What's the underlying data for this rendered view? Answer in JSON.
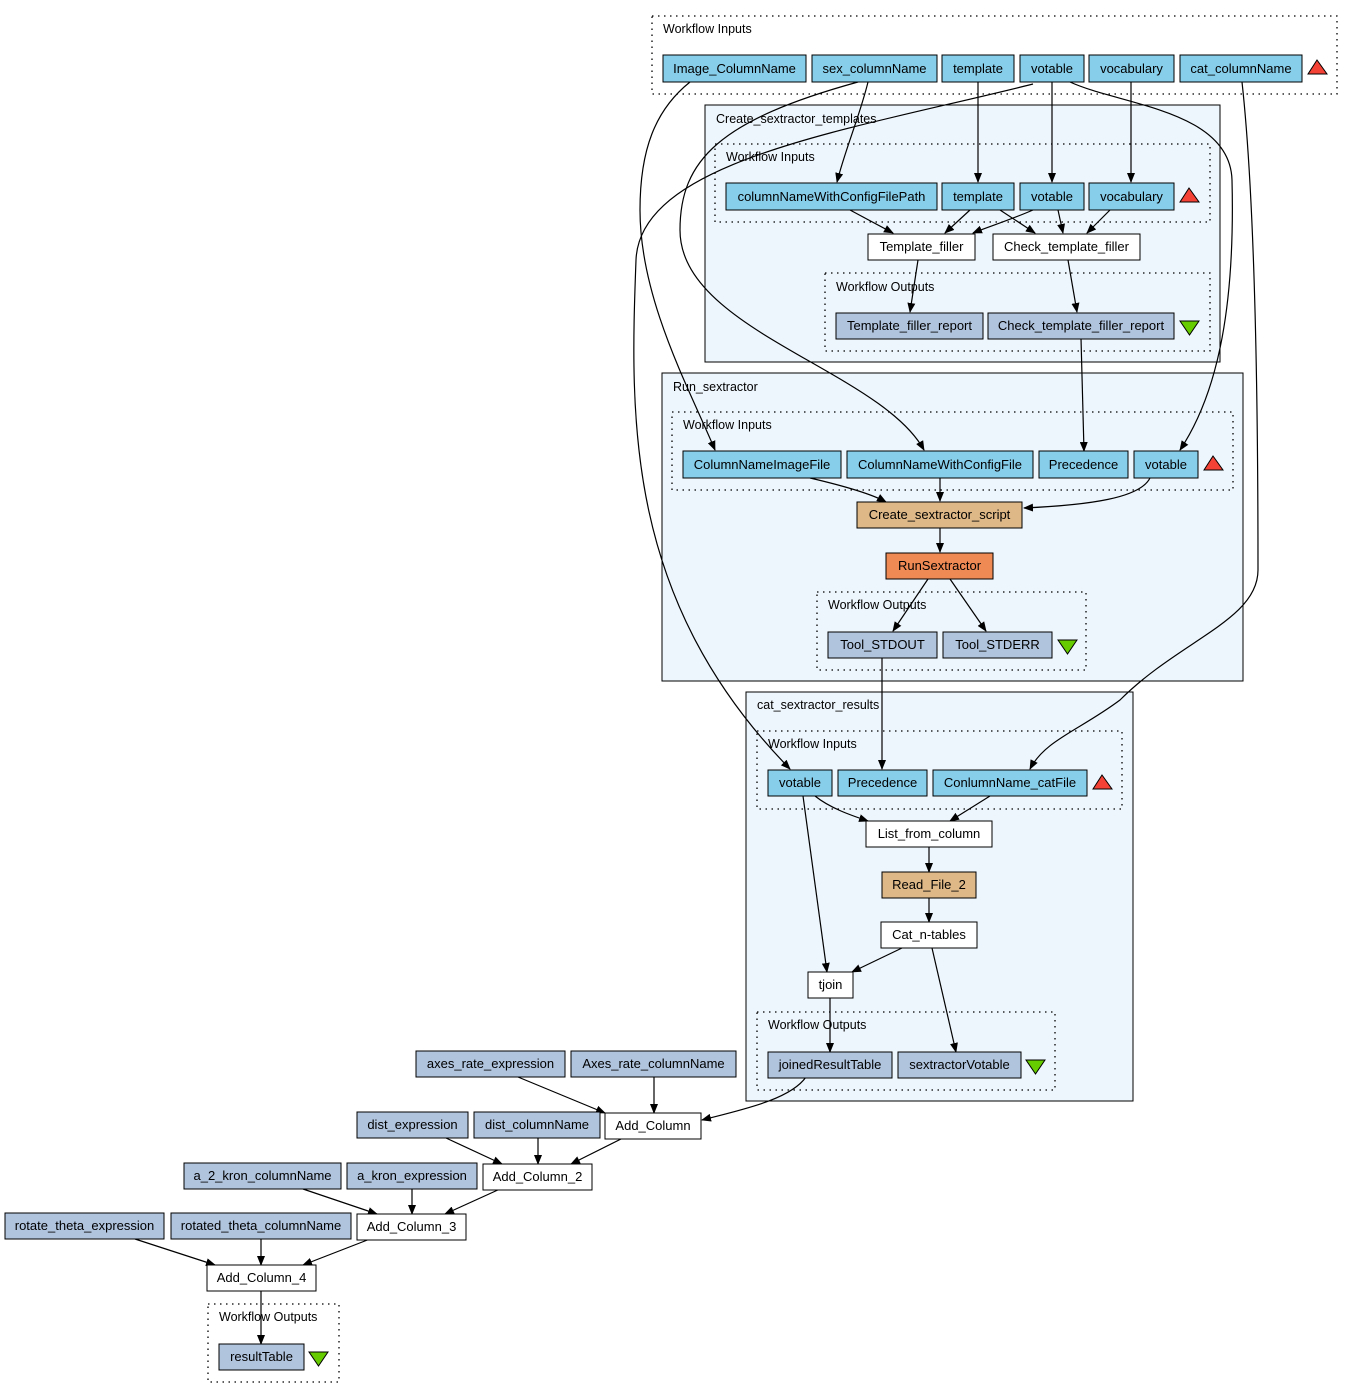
{
  "colors": {
    "input": "#87ceeb",
    "output": "#b0c4de",
    "processor": "#ffffff",
    "beanshell": "#deb887",
    "tool": "#ef8a55",
    "constant": "#b0c4de",
    "subworkflow_fill": "#eef6fd",
    "input_marker": "#f44336",
    "output_marker": "#66cc00"
  },
  "labels": {
    "workflow_inputs": "Workflow Inputs",
    "workflow_outputs": "Workflow Outputs"
  },
  "top_inputs": [
    "Image_ColumnName",
    "sex_columnName",
    "template",
    "votable",
    "vocabulary",
    "cat_columnName"
  ],
  "create_templates": {
    "title": "Create_sextractor_templates",
    "inputs": [
      "columnNameWithConfigFilePath",
      "template",
      "votable",
      "vocabulary"
    ],
    "processors": [
      "Template_filler",
      "Check_template_filler"
    ],
    "outputs": [
      "Template_filler_report",
      "Check_template_filler_report"
    ]
  },
  "run_sextractor": {
    "title": "Run_sextractor",
    "inputs": [
      "ColumnNameImageFile",
      "ColumnNameWithConfigFile",
      "Precedence",
      "votable"
    ],
    "script": "Create_sextractor_script",
    "tool": "RunSextractor",
    "outputs": [
      "Tool_STDOUT",
      "Tool_STDERR"
    ]
  },
  "cat_results": {
    "title": "cat_sextractor_results",
    "inputs": [
      "votable",
      "Precedence",
      "ConlumnName_catFile"
    ],
    "list_from_column": "List_from_column",
    "read_file": "Read_File_2",
    "cat_tables": "Cat_n-tables",
    "tjoin": "tjoin",
    "outputs": [
      "joinedResultTable",
      "sextractorVotable"
    ]
  },
  "constants": {
    "axes_rate_expression": "axes_rate_expression",
    "axes_rate_columnName": "Axes_rate_columnName",
    "dist_expression": "dist_expression",
    "dist_columnName": "dist_columnName",
    "a_2_kron_columnName": "a_2_kron_columnName",
    "a_kron_expression": "a_kron_expression",
    "rotate_theta_expression": "rotate_theta_expression",
    "rotated_theta_columnName": "rotated_theta_columnName"
  },
  "processors": {
    "add_column": "Add_Column",
    "add_column_2": "Add_Column_2",
    "add_column_3": "Add_Column_3",
    "add_column_4": "Add_Column_4"
  },
  "final_output": "resultTable"
}
